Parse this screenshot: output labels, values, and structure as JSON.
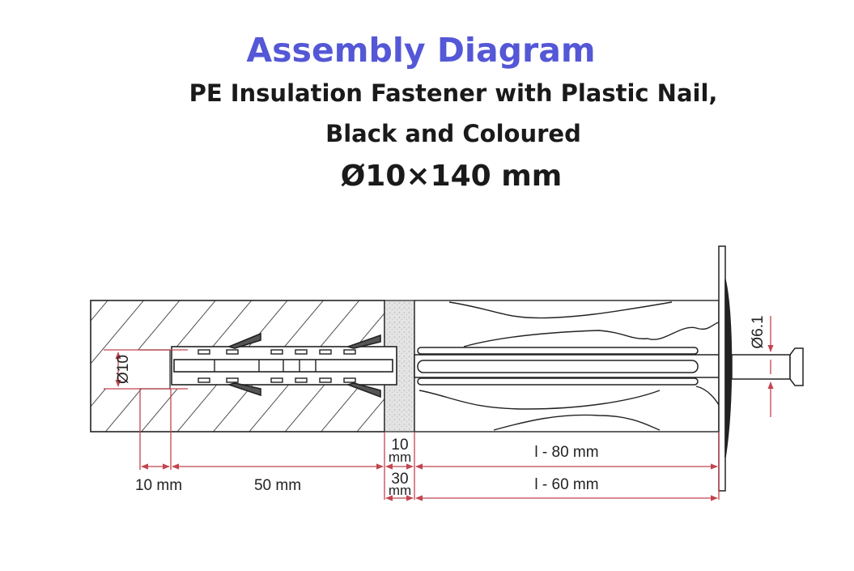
{
  "header": {
    "title": "Assembly Diagram",
    "subtitle_line1": "PE Insulation Fastener with Plastic Nail,",
    "subtitle_line2": "Black and Coloured",
    "size": "Ø10×140 mm"
  },
  "dimensions": {
    "hole_diameter": "Ø10",
    "nail_diameter": "Ø6.1",
    "tip_gap": "10 mm",
    "anchor_depth": "50 mm",
    "plaster_min_value": "10",
    "plaster_min_unit": "mm",
    "plaster_max_value": "30",
    "plaster_max_unit": "mm",
    "insulation_max": "l - 80 mm",
    "insulation_min": "l - 60 mm"
  },
  "colors": {
    "title": "#5457d6",
    "dimension_lines": "#c2454f"
  }
}
